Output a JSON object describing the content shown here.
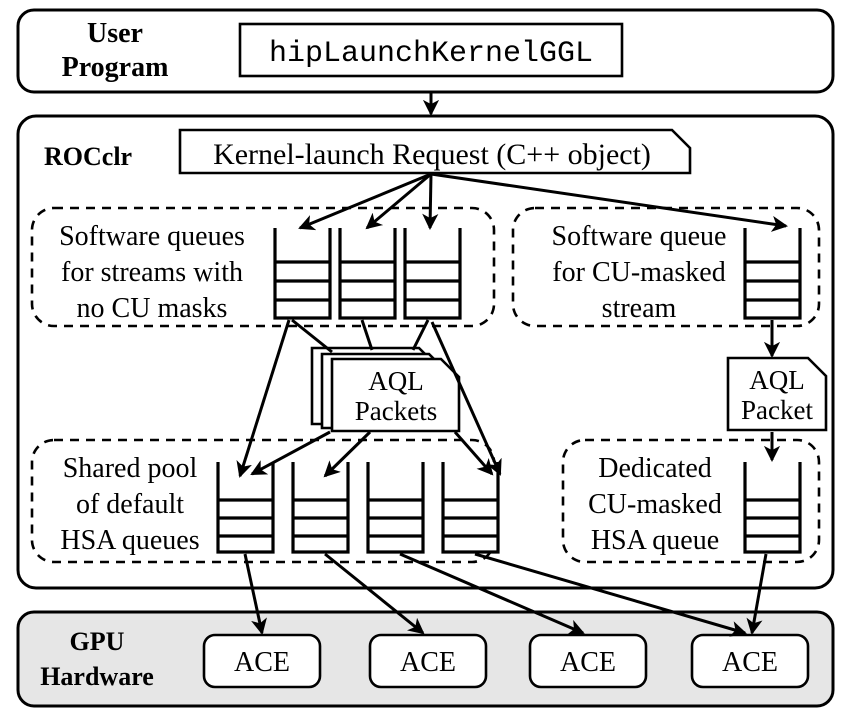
{
  "diagram": {
    "title": "HIP kernel launch path through ROCclr to GPU hardware",
    "layers": {
      "user_program": {
        "label": "User\nProgram",
        "label_line1": "User",
        "label_line2": "Program",
        "api_call": "hipLaunchKernelGGL"
      },
      "rocclr": {
        "label": "ROCclr",
        "request_box": "Kernel-launch Request (C++ object)",
        "groups": [
          {
            "name": "software-queues-no-cu-mask",
            "label_line1": "Software queues",
            "label_line2": "for streams with",
            "label_line3": "no CU masks",
            "queue_count": 3
          },
          {
            "name": "software-queue-cu-masked",
            "label_line1": "Software queue",
            "label_line2": "for CU-masked",
            "label_line3": "stream",
            "queue_count": 1
          },
          {
            "name": "shared-pool-default-hsa-queues",
            "label_line1": "Shared pool",
            "label_line2": "of default",
            "label_line3": "HSA queues",
            "queue_count": 4
          },
          {
            "name": "dedicated-cu-masked-hsa-queue",
            "label_line1": "Dedicated",
            "label_line2": "CU-masked",
            "label_line3": "HSA queue",
            "queue_count": 1
          }
        ],
        "packets_stack": {
          "label_line1": "AQL",
          "label_line2": "Packets"
        },
        "packet_single": {
          "label_line1": "AQL",
          "label_line2": "Packet"
        }
      },
      "gpu_hardware": {
        "label_line1": "GPU",
        "label_line2": "Hardware",
        "units": [
          "ACE",
          "ACE",
          "ACE",
          "ACE"
        ]
      }
    },
    "colors": {
      "stroke": "#000000",
      "background": "#ffffff",
      "gpu_fill": "#e6e6e6"
    }
  }
}
